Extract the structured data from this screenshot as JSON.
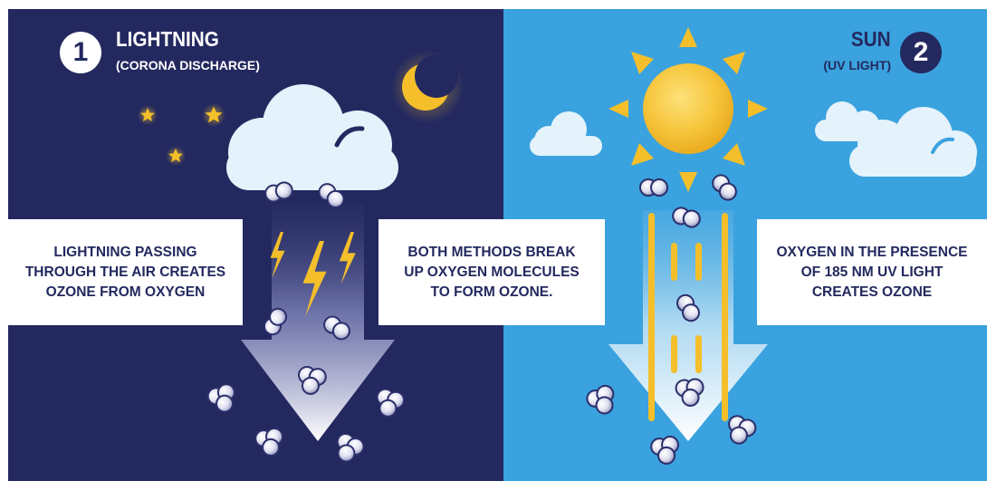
{
  "left_panel": {
    "number": "1",
    "title": "LIGHTNING",
    "subtitle": "(CORONA DISCHARGE)",
    "description": "LIGHTNING PASSING\nTHROUGH THE AIR CREATES\nOZONE FROM OXYGEN",
    "background": "#23295f"
  },
  "center": {
    "description": "BOTH METHODS BREAK\nUP OXYGEN MOLECULES\nTO FORM OZONE."
  },
  "right_panel": {
    "number": "2",
    "title": "SUN",
    "subtitle": "(UV LIGHT)",
    "description": "OXYGEN IN THE PRESENCE\nOF 185 NM UV LIGHT\nCREATES OZONE",
    "background": "#3aa2de"
  },
  "colors": {
    "navy": "#23295f",
    "sky": "#3aa2de",
    "yellow": "#f4bf2a",
    "cloud": "#e4f2fb"
  },
  "icons": [
    "moon-icon",
    "star-icon",
    "cloud-icon",
    "lightning-icon",
    "sun-icon",
    "molecule-icon",
    "arrow-icon"
  ]
}
